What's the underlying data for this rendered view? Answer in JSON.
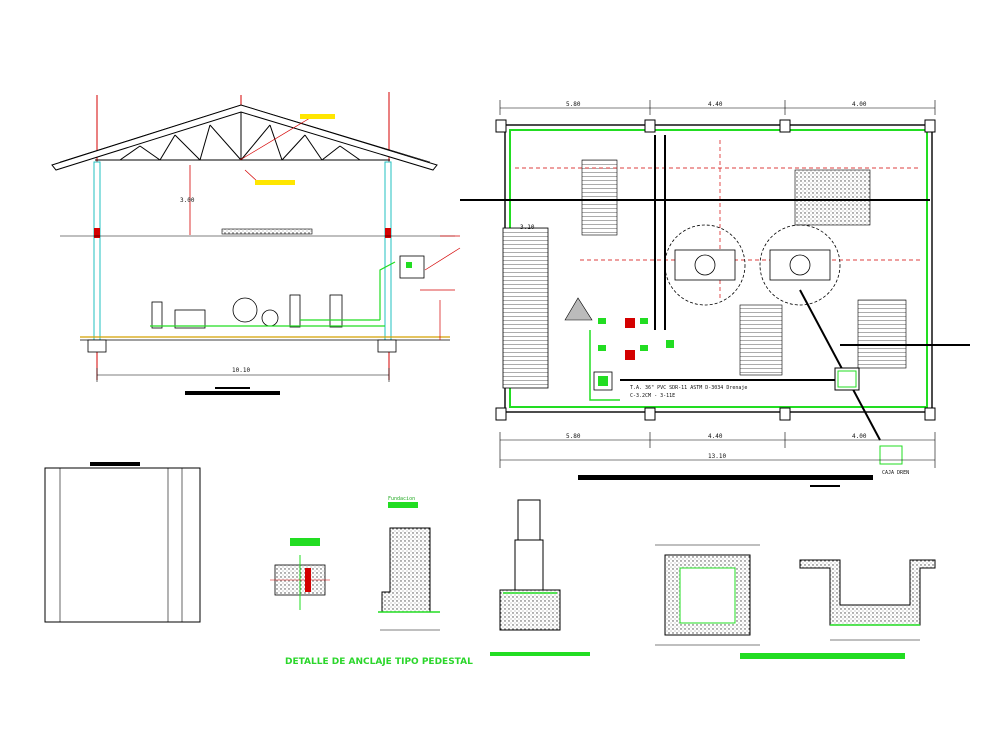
{
  "drawing": {
    "legend_title": "",
    "dims": {
      "section_width": "10.10",
      "plan_total": "13.10",
      "plan_top": [
        "5.80",
        "4.40",
        "4.00"
      ],
      "plan_bottom": [
        "5.80",
        "4.40",
        "4.00"
      ],
      "plan_left": "3.10",
      "roof_height": "3.00"
    },
    "notes": {
      "pipe_note_1": "T.A. 36\" PVC SDR-11 ASTM D-3034 Drenaje",
      "pipe_note_2": "C-3.2CM - 3-11E",
      "caja_label": "CAJA DREN",
      "fundacion_label": "Fundacion",
      "anclaje_title": "DETALLE DE ANCLAJE TIPO PEDESTAL"
    },
    "colors": {
      "line": "#000000",
      "dimension": "#d40000",
      "accent": "#22dd22",
      "text": "#111111",
      "highlight": "#ffe600"
    }
  }
}
